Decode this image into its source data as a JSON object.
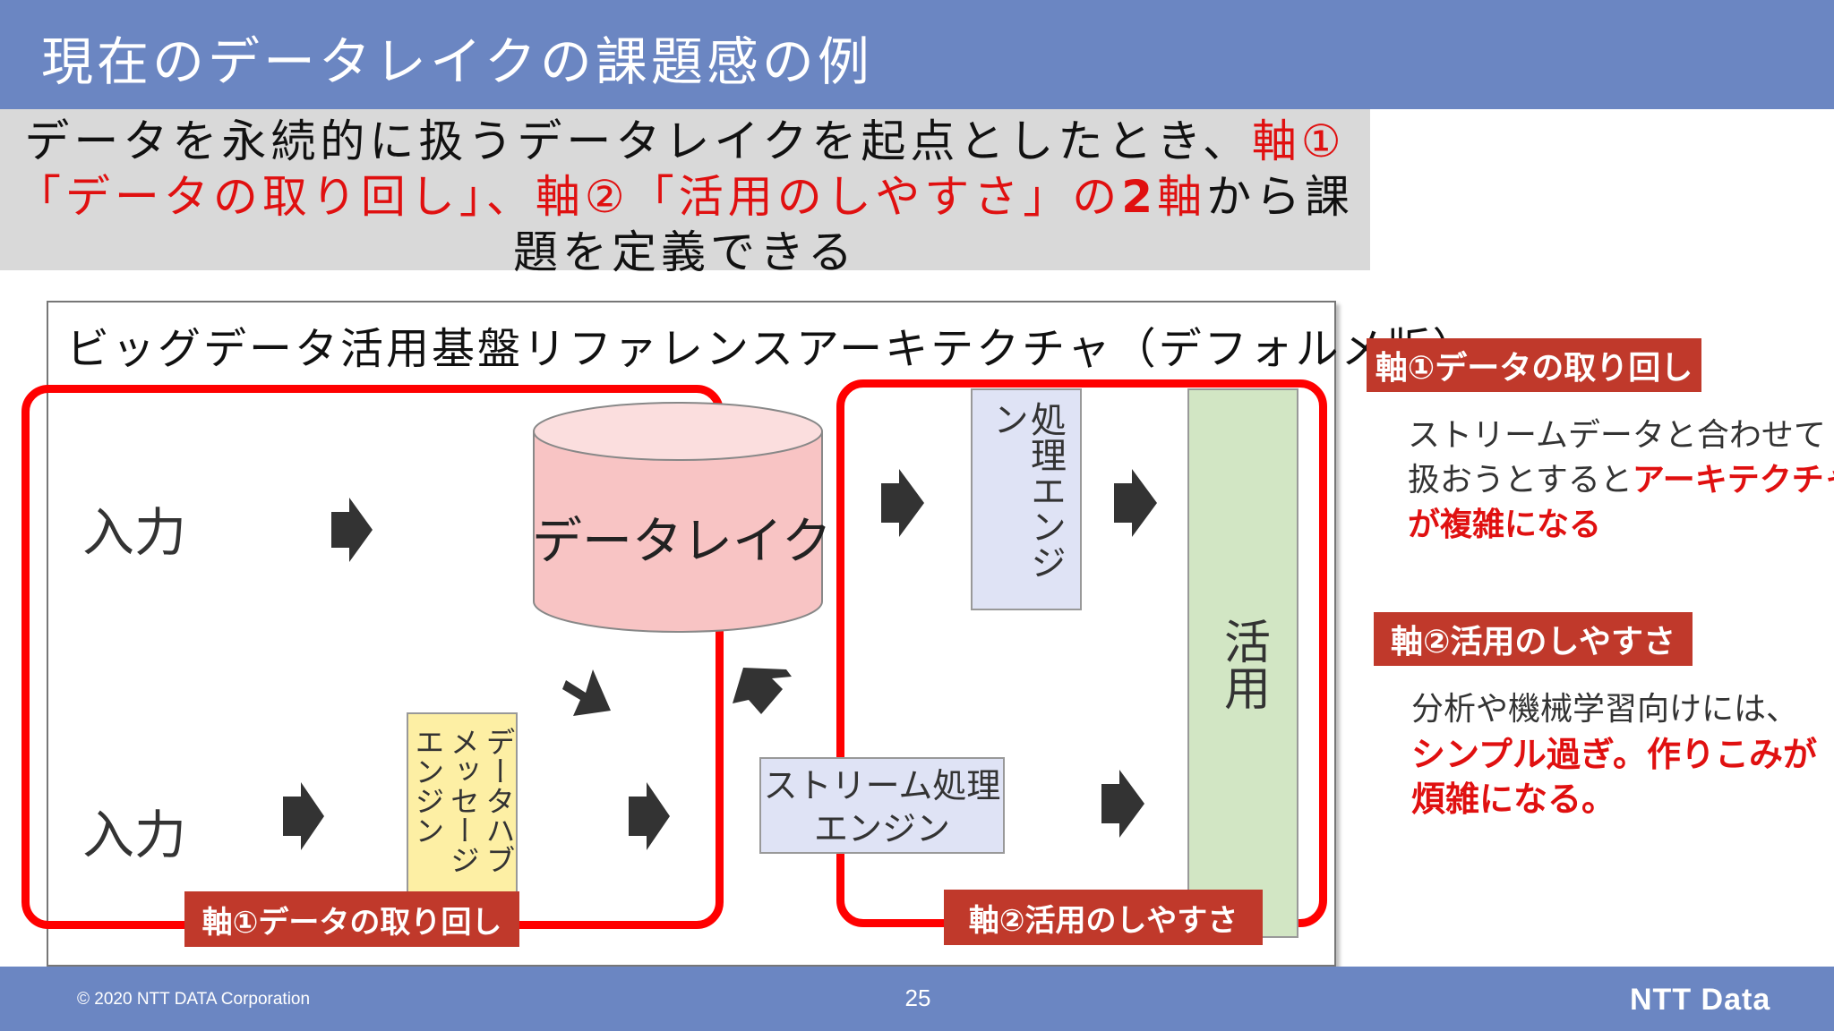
{
  "header": {
    "title": "現在のデータレイクの課題感の例"
  },
  "subtitle": {
    "line1_a": "データを永続的に扱うデータレイクを起点としたとき、",
    "line1_b": "軸①",
    "line2_a": "「データの取り回し」、軸②「活用のしやすさ」の",
    "line2_b": "2",
    "line2_c": "軸",
    "line2_d": "から課",
    "line3": "題を定義できる"
  },
  "diagram": {
    "title": "ビッグデータ活用基盤リファレンスアーキテクチャ（デフォルメ版）",
    "input_top": "入力",
    "input_bottom": "入力",
    "data_lake": "データレイク",
    "processing_engine": "処理エンジン",
    "usage": "活用",
    "message_hub": "データハブメッセージエンジン",
    "stream_line1": "ストリーム処理",
    "stream_line2": "エンジン",
    "tag_axis1": "軸①データの取り回し",
    "tag_axis2": "軸②活用のしやすさ"
  },
  "side": {
    "axis1_tag": "軸①データの取り回し",
    "axis1_line1": "ストリームデータと合わせて",
    "axis1_line2a": "扱おうとすると",
    "axis1_line2b": "アーキテクチャ",
    "axis1_line3": "が複雑になる",
    "axis2_tag": "軸②活用のしやすさ",
    "axis2_line1": "分析や機械学習向けには、",
    "axis2_line2": "シンプル過ぎ。作りこみが",
    "axis2_line3": "煩雑になる。"
  },
  "footer": {
    "copyright": "© 2020 NTT DATA Corporation",
    "page": "25",
    "logo": "NTT Data"
  },
  "colors": {
    "header": "#6b86c2",
    "accent_red": "#e01010",
    "tag": "#c0392b"
  }
}
